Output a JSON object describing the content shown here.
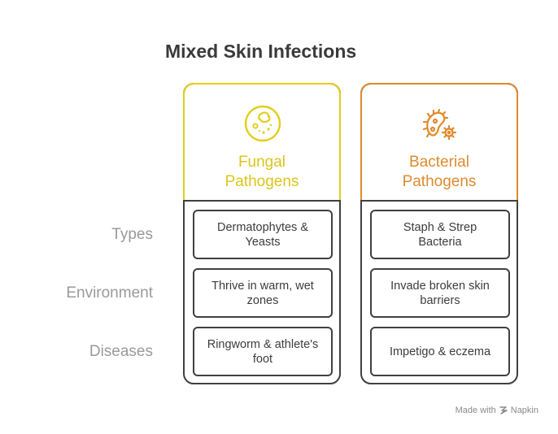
{
  "title": "Mixed Skin Infections",
  "row_labels": [
    "Types",
    "Environment",
    "Diseases"
  ],
  "columns": [
    {
      "title_line1": "Fungal",
      "title_line2": "Pathogens",
      "icon": "fungus-cell-icon",
      "accent": "#e2cf1b",
      "cells": [
        [
          "Dermatophytes &",
          "Yeasts"
        ],
        [
          "Thrive in warm, wet",
          "zones"
        ],
        [
          "Ringworm & athlete's",
          "foot"
        ]
      ]
    },
    {
      "title_line1": "Bacterial",
      "title_line2": "Pathogens",
      "icon": "bacteria-icon",
      "accent": "#e08a2c",
      "cells": [
        [
          "Staph & Strep",
          "Bacteria"
        ],
        [
          "Invade broken skin",
          "barriers"
        ],
        [
          "Impetigo & eczema"
        ]
      ]
    }
  ],
  "footer": {
    "made_with": "Made with",
    "brand": "Napkin",
    "brand_icon": "napkin-logo-icon"
  }
}
